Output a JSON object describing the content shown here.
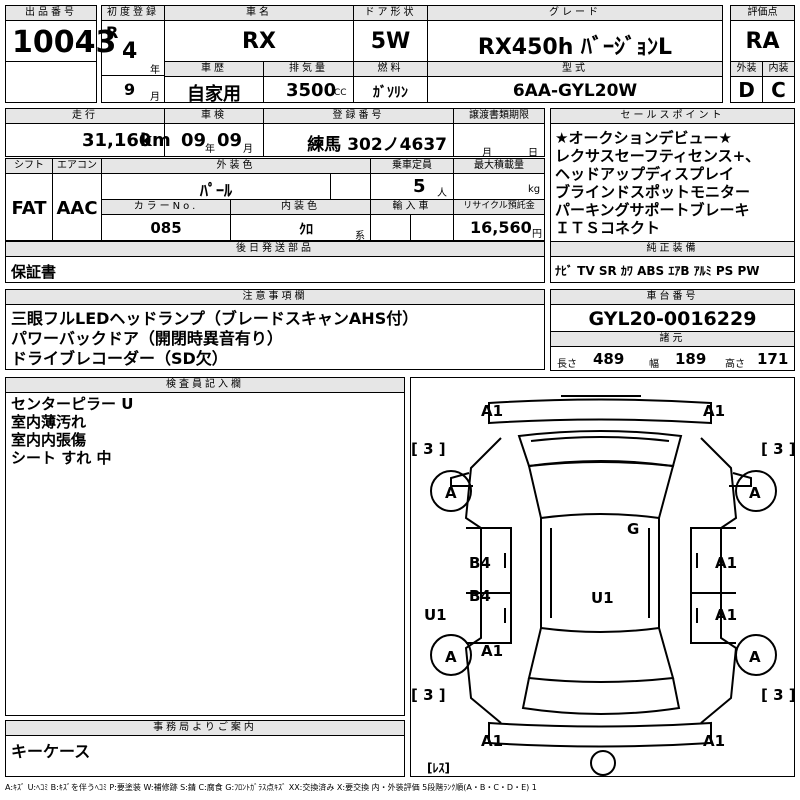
{
  "header": {
    "lot_label": "出品番号",
    "lot_no": "10043",
    "first_reg_label": "初度登録",
    "era": "R",
    "year": "4",
    "year_unit": "年",
    "month": "9",
    "month_unit": "月",
    "name_label": "車名",
    "name": "RX",
    "door_label": "ドア形状",
    "door": "5W",
    "grade_label": "グレード",
    "grade": "RX450h ﾊﾞｰｼﾞｮﾝL",
    "score_label": "評価点",
    "score": "RA",
    "history_label": "車歴",
    "history": "自家用",
    "displacement_label": "排気量",
    "displacement": "3500",
    "cc": "CC",
    "fuel_label": "燃料",
    "fuel": "ｶﾞｿﾘﾝ",
    "model_label": "型式",
    "model": "6AA-GYL20W",
    "ext_label": "外装",
    "ext": "D",
    "int_label": "内装",
    "int": "C"
  },
  "row2": {
    "mileage_label": "走行",
    "mileage": "31,160",
    "km": "km",
    "inspection_label": "車検",
    "insp_year": "09",
    "insp_year_unit": "年",
    "insp_month": "09",
    "insp_month_unit": "月",
    "plate_label": "登録番号",
    "plate": "練馬 302ノ4637",
    "transfer_label": "譲渡書類期限",
    "t_month": "月",
    "t_day": "日",
    "shift_label": "シフト",
    "shift": "FAT",
    "ac_label": "エアコン",
    "ac": "AAC",
    "color_label": "外装色",
    "color": "ﾊﾟｰﾙ",
    "capacity_label": "乗車定員",
    "capacity": "5",
    "capacity_unit": "人",
    "load_label": "最大積載量",
    "load_unit": "kg",
    "color_no_label": "カラーNo.",
    "color_no": "085",
    "interior_label": "内装色",
    "interior": "ｸﾛ",
    "interior_unit": "系",
    "import_label": "輸入車",
    "recycle_label": "リサイクル預託金",
    "recycle": "16,560",
    "yen": "円",
    "later_label": "後日発送部品",
    "later": "保証書"
  },
  "sales": {
    "label": "セールスポイント",
    "lines": [
      "★オークションデビュー★",
      "レクサスセーフティセンス+、",
      "ヘッドアップディスプレイ",
      "ブラインドスポットモニター",
      "パーキングサポートブレーキ",
      "ＩＴＳコネクト"
    ],
    "equip_label": "純正装備",
    "equip": "ﾅﾋﾞ TV SR ｶﾜ ABS ｴｱB ｱﾙﾐ PS PW"
  },
  "notes": {
    "label": "注意事項欄",
    "lines": [
      "三眼フルLEDヘッドランプ（ブレードスキャンAHS付）",
      "パワーバックドア（開閉時異音有り）",
      "ドライブレコーダー（SD欠）"
    ]
  },
  "chassis": {
    "label": "車台番号",
    "number": "GYL20-0016229",
    "spec_label": "諸元",
    "length_label": "長さ",
    "length": "489",
    "width_label": "幅",
    "width": "189",
    "height_label": "高さ",
    "height": "171"
  },
  "inspector": {
    "label": "検査員記入欄",
    "lines": [
      "センターピラー U",
      "室内薄汚れ",
      "室内内張傷",
      "シート すれ 中"
    ]
  },
  "office": {
    "label": "事務局よりご案内",
    "text": "キーケース"
  },
  "diagram": {
    "marks": [
      "A1",
      "A1",
      "[ 3 ]",
      "[ 3 ]",
      "A",
      "A",
      "G",
      "B4",
      "A1",
      "B4",
      "U1",
      "A1",
      "U1",
      "A",
      "A1",
      "A",
      "[ 3 ]",
      "[ 3 ]",
      "A1",
      "A1",
      "[ﾚｽ]"
    ]
  },
  "legend": "A:ｷｽﾞ U:ﾍｺﾐ B:ｷｽﾞを伴うﾍｺﾐ P:要塗装 W:補修跡 S:錆 C:腐食 G:ﾌﾛﾝﾄｶﾞﾗｽ点ｷｽﾞ XX:交換済み X:要交換 内・外装評価 5段階ﾗﾝｸ順(A・B・C・D・E) 1"
}
